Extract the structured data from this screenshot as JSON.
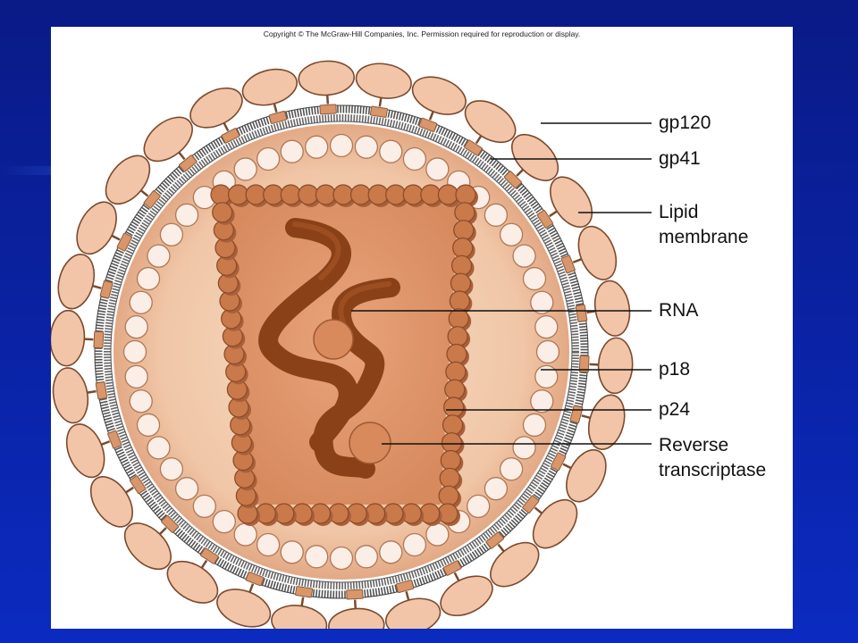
{
  "copyright": "Copyright © The McGraw-Hill Companies, Inc. Permission required for reproduction or display.",
  "labels": {
    "gp120": "gp120",
    "gp41": "gp41",
    "lipid_membrane": "Lipid\nmembrane",
    "rna": "RNA",
    "p18": "p18",
    "p24": "p24",
    "reverse_transcriptase": "Reverse\ntranscriptase"
  },
  "colors": {
    "slide_background": "#0a1f8f",
    "gp120_fill": "#f2c4a8",
    "gp41_fill": "#d9966a",
    "p18_fill": "#fbeee6",
    "p24_fill": "#c9794a",
    "rna_fill": "#8a4118",
    "interior": "#efc3a4"
  }
}
